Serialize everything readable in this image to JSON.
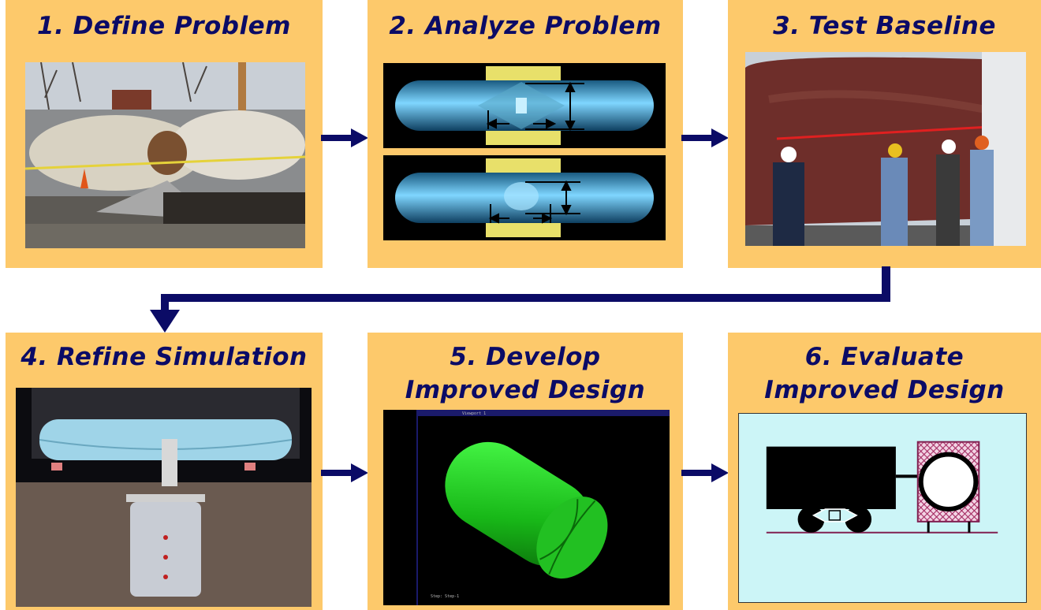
{
  "steps": [
    {
      "title": "1. Define Problem",
      "image": "derailed tank car wreck photo"
    },
    {
      "title": "2. Analyze Problem",
      "image": "tank car analysis renderings"
    },
    {
      "title": "3. Test Baseline",
      "image": "engineers inspecting tank car photo"
    },
    {
      "title": "4. Refine Simulation",
      "image": "tank car impact test rig photo"
    },
    {
      "title": "5. Develop Improved Design",
      "image": "green deformed tank simulation"
    },
    {
      "title": "6. Evaluate Improved Design",
      "image": "improved design impact schematic"
    }
  ],
  "colors": {
    "card": "#fdc96b",
    "title": "#0b0b66",
    "arrow": "#0b0b66"
  },
  "connectors": [
    "arrow-1-2",
    "arrow-2-3",
    "arrow-3-4",
    "arrow-4-5",
    "arrow-5-6"
  ]
}
